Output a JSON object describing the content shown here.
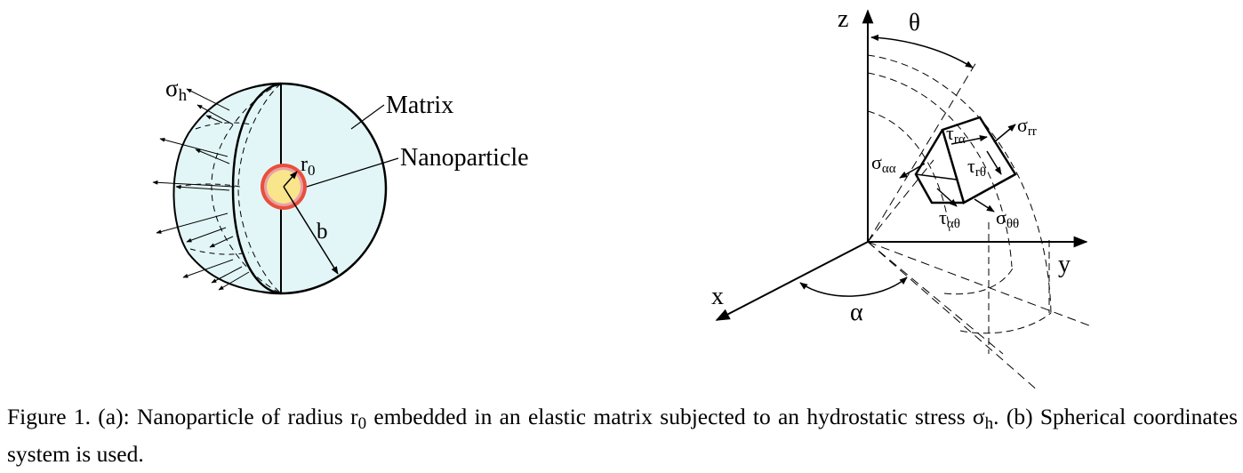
{
  "figure_a": {
    "sigma_label": "σ",
    "sigma_sub": "h",
    "matrix_label": "Matrix",
    "nanoparticle_label": "Nanoparticle",
    "r0_label": "r",
    "r0_sub": "0",
    "b_label": "b",
    "colors": {
      "matrix_fill": "#e3f6f7",
      "particle_fill": "#f8e58c",
      "interface": "#e8503c",
      "interface_inner": "#e9a1a8"
    }
  },
  "figure_b": {
    "z": "z",
    "y": "y",
    "x": "x",
    "theta": "θ",
    "alpha": "α",
    "s_rr": "σ",
    "s_rr_sub": "rr",
    "t_ra": "τ",
    "t_ra_sub": "rα",
    "t_rt": "τ",
    "t_rt_sub": "rθ",
    "s_aa": "σ",
    "s_aa_sub": "αα",
    "t_at": "τ",
    "t_at_sub": "αθ",
    "s_tt": "σ",
    "s_tt_sub": "θθ"
  },
  "caption": {
    "p1": "Figure 1. (a): Nanoparticle of radius r",
    "p1_sub": "0",
    "p2": " embedded in an elastic matrix subjected to an hydrostatic stress σ",
    "p2_sub": "h",
    "p3": ". (b) Spherical coordinates system is used."
  }
}
